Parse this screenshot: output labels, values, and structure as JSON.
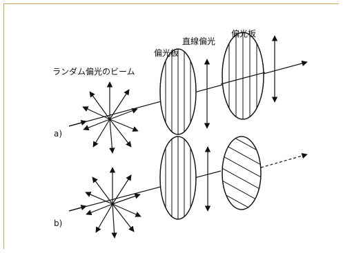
{
  "labels": {
    "random_beam": "ランダム偏光のビーム",
    "polarizer_1": "偏光板",
    "linear_polarization": "直線偏光",
    "polarizer_2": "偏光板",
    "case_a": "a)",
    "case_b": "b)"
  },
  "colors": {
    "frame_border": "#e0a04a",
    "ink": "#111111"
  }
}
